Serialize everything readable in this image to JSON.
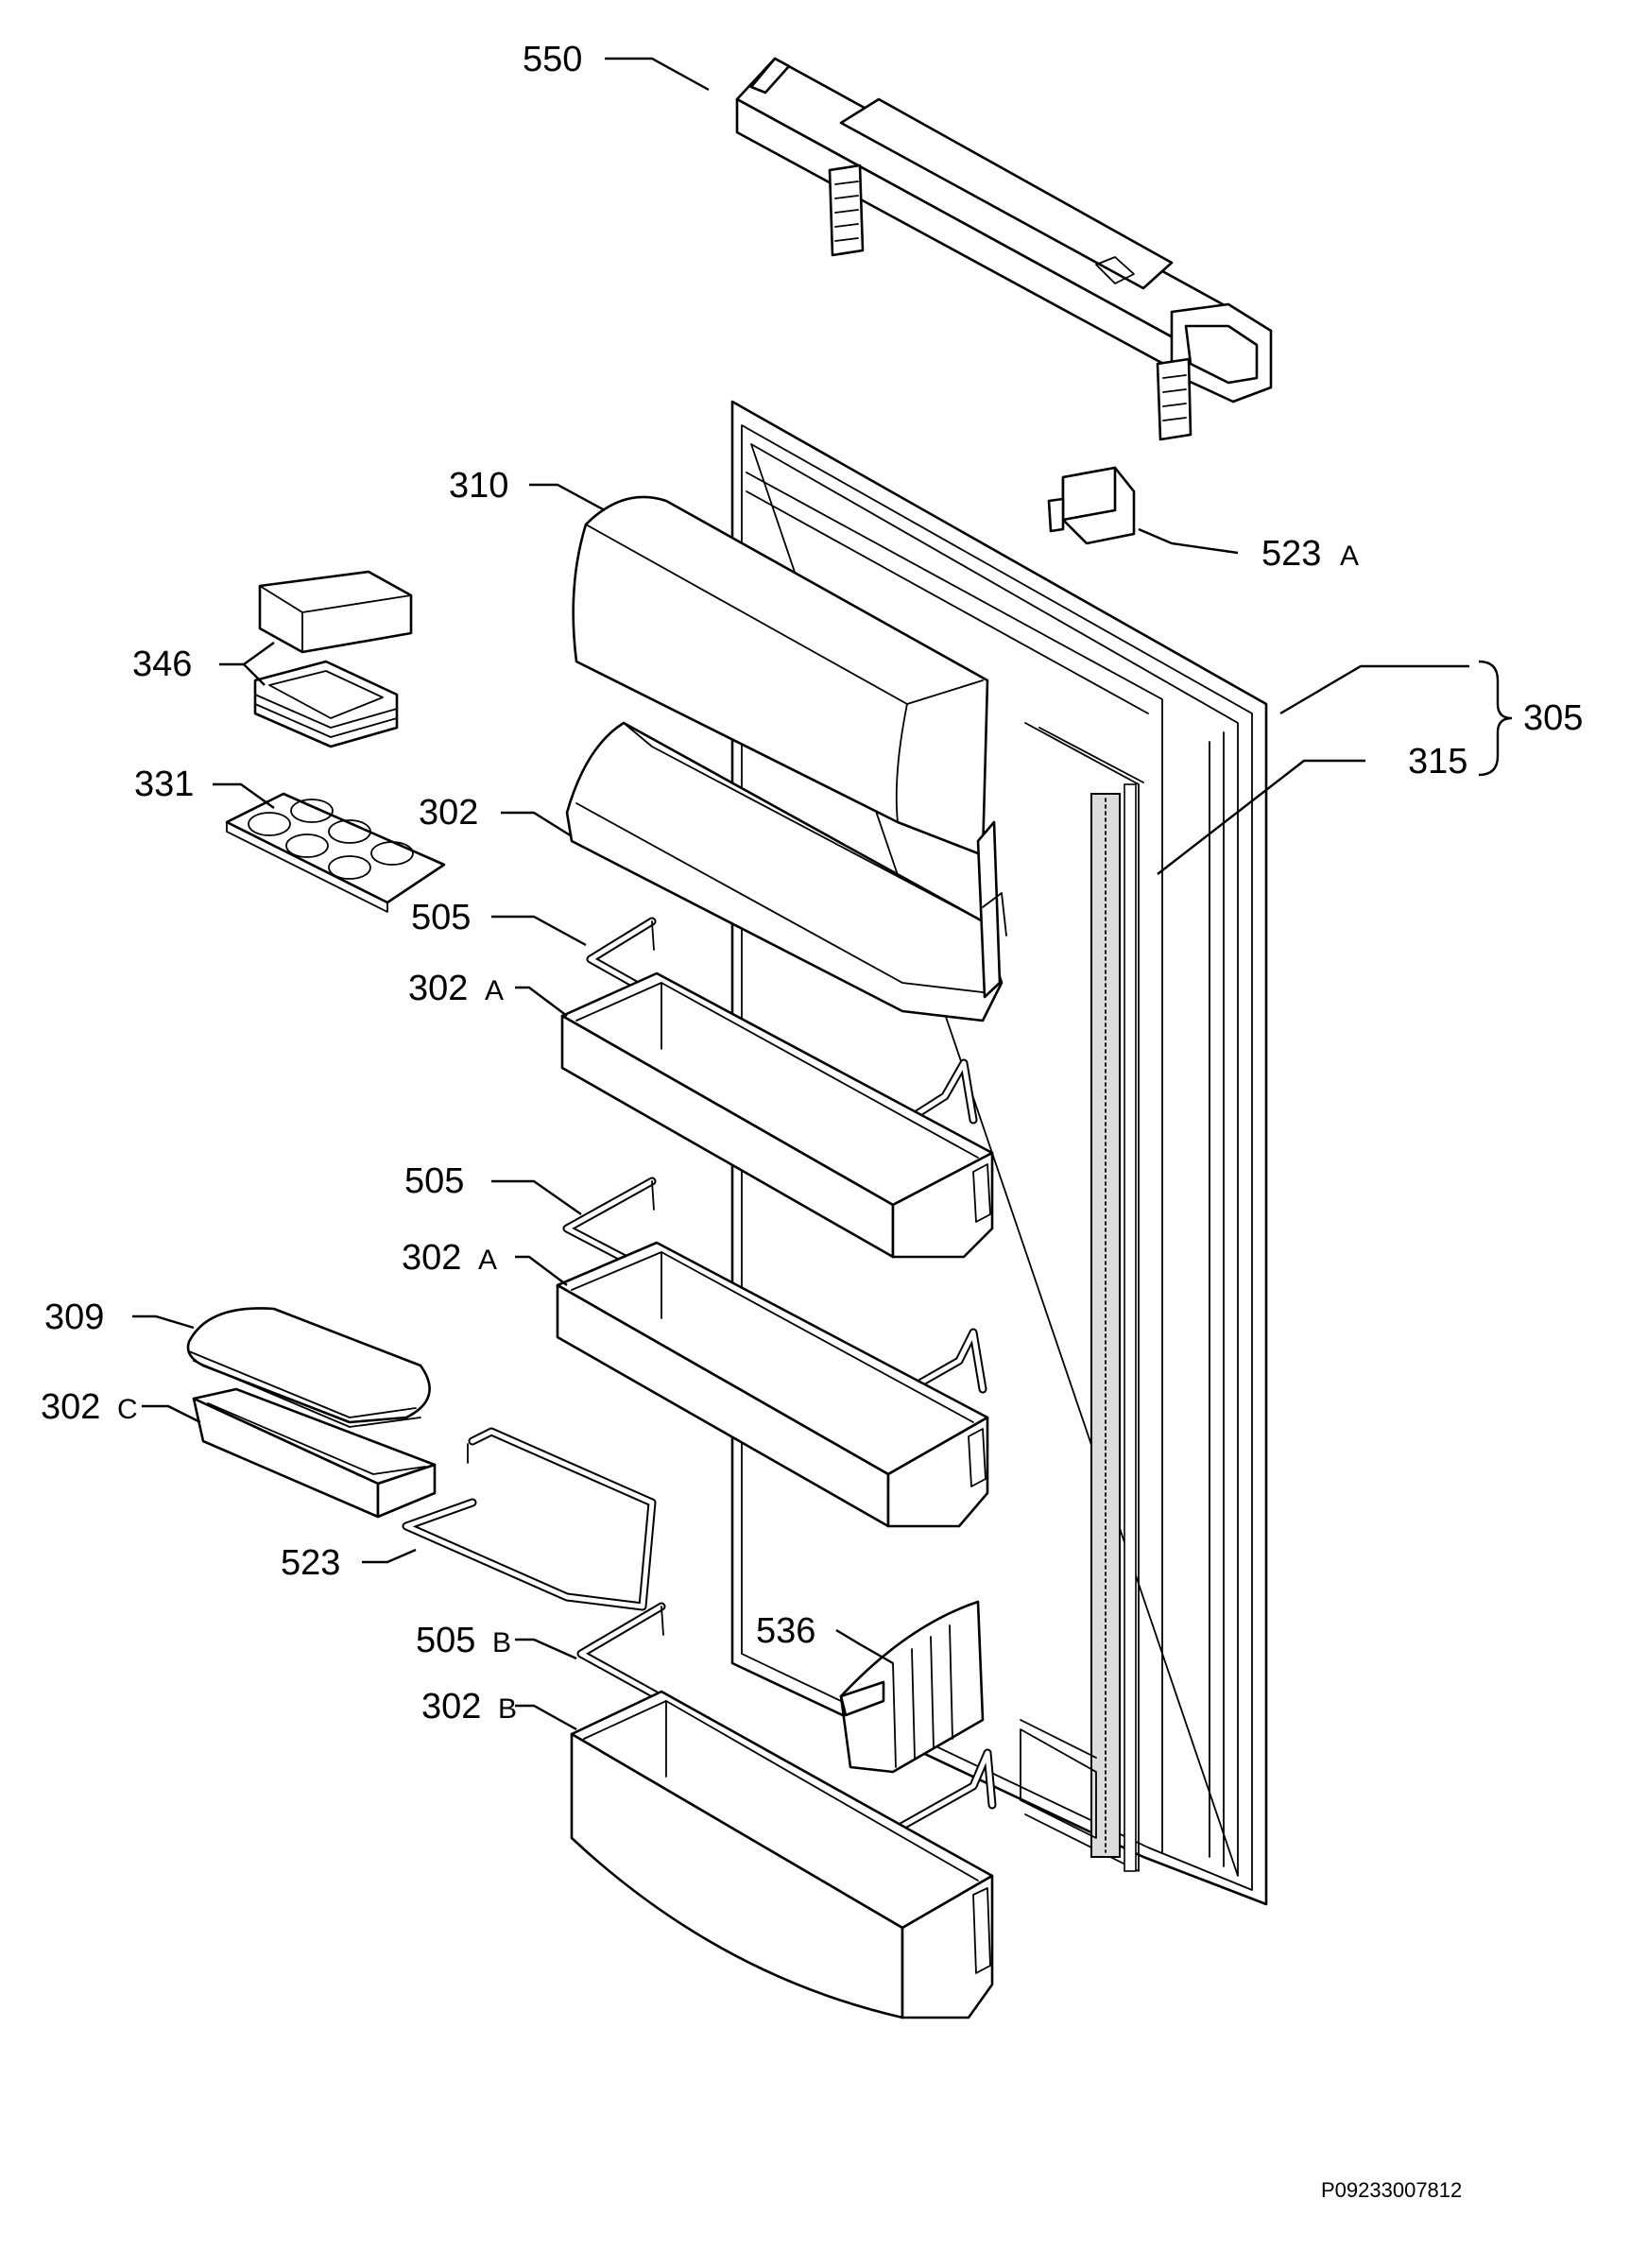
{
  "drawing_code": "P09233007812",
  "labels": {
    "p550": "550",
    "p523A": "523",
    "p523A_suffix": "A",
    "p310": "310",
    "p346": "346",
    "p305": "305",
    "p315": "315",
    "p331": "331",
    "p302": "302",
    "p505_top": "505",
    "p302A_top": "302",
    "p302A_top_suffix": "A",
    "p505_mid": "505",
    "p302A_mid": "302",
    "p302A_mid_suffix": "A",
    "p309": "309",
    "p302C": "302",
    "p302C_suffix": "C",
    "p523": "523",
    "p536": "536",
    "p505B": "505",
    "p505B_suffix": "B",
    "p302B": "302",
    "p302B_suffix": "B"
  },
  "colors": {
    "line": "#000000",
    "background": "#ffffff"
  }
}
